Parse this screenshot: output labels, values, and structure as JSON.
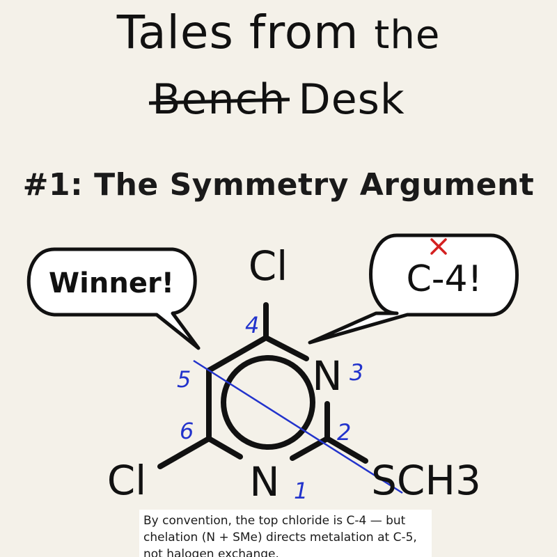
{
  "title": {
    "line1_main": "Tales from",
    "line1_small": "the",
    "line2_struck": "Bench",
    "line2_main": "Desk"
  },
  "subtitle": "#1: The Symmetry Argument",
  "bubbles": {
    "left": "Winner!",
    "right": "C-4!"
  },
  "molecule": {
    "substituent_top": "Cl",
    "substituent_bottom_left": "Cl",
    "substituent_bottom_right": "SCH3",
    "ring_atom_n3": "N",
    "ring_atom_n1": "N",
    "positions": [
      "4",
      "5",
      "6",
      "3",
      "2",
      "1"
    ]
  },
  "caption": "By convention, the top chloride is C-4 — but chelation (N + SMe) directs metalation at C-5, not halogen exchange.",
  "colors": {
    "background": "#f4f1e9",
    "ink": "#111111",
    "numbering": "#2233cc",
    "cross_mark": "#d42020"
  }
}
